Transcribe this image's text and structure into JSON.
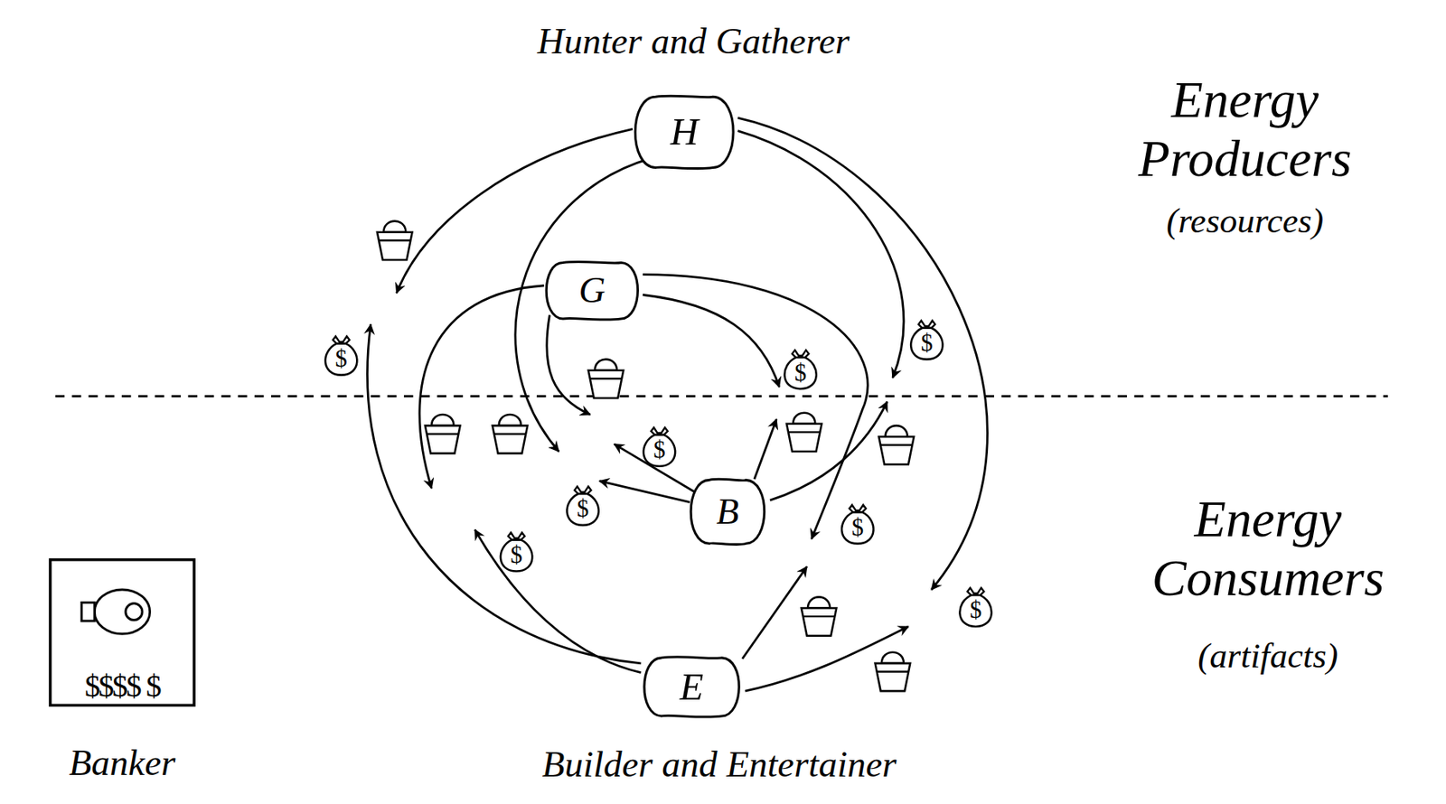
{
  "diagram": {
    "nodes": [
      {
        "text": [
          "H"
        ]
      },
      {
        "text": [
          "G"
        ]
      },
      {
        "text": [
          "B"
        ]
      },
      {
        "text": [
          "E"
        ]
      },
      {
        "text": [
          "$$$$ $",
          "Banker"
        ]
      }
    ],
    "labels": [
      "Hunter and Gatherer",
      "Builder and Entertainer",
      "Energy Producers",
      "(resources)",
      "Energy Consumers",
      "(artifacts)",
      "$",
      "$",
      "$",
      "$",
      "$",
      "$",
      "$",
      "$"
    ]
  }
}
